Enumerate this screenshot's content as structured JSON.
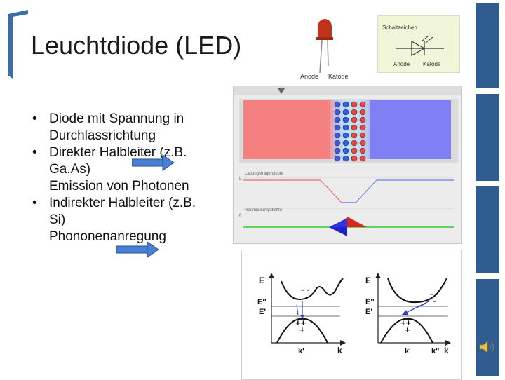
{
  "slide": {
    "title": "Leuchtdiode (LED)",
    "bullets": [
      {
        "line1": "Diode mit Spannung in",
        "line2": "Durchlassrichtung"
      },
      {
        "line1": "Direkter Halbleiter (z.B.",
        "line2": "Ga.As)",
        "line3": "Emission von Photonen"
      },
      {
        "line1": "Indirekter Halbleiter (z.B.",
        "line2": "Si)",
        "line3": "Phononenanregung"
      }
    ],
    "bullet_glyph": "•"
  },
  "led_image": {
    "anode": "Anode",
    "katode": "Katode"
  },
  "symbol": {
    "heading": "Schaltzeichen",
    "anode": "Anode",
    "katode": "Katode"
  },
  "simulation": {
    "label_top": "Ladungsträgerdichte",
    "label_bottom": "Raumladungsdichte",
    "axis_top": "L",
    "axis_bottom": "0"
  },
  "band_diagram": {
    "left": {
      "e": "E",
      "e2": "E''",
      "e1": "E'",
      "k1": "k'",
      "k": "k",
      "minus": "- -",
      "minus2": "-",
      "plus": "++",
      "plus2": "+"
    },
    "right": {
      "e": "E",
      "e2": "E''",
      "e1": "E'",
      "k1": "k'",
      "k2": "k''",
      "k": "k",
      "minus": "- -",
      "minus2": "-",
      "plus": "++",
      "plus2": "+"
    }
  },
  "colors": {
    "frame": "#2f5d8f",
    "p_region": "#f48080",
    "n_region": "#8080f4",
    "arrow": "#3a6fd0",
    "green": "#33cc33"
  }
}
